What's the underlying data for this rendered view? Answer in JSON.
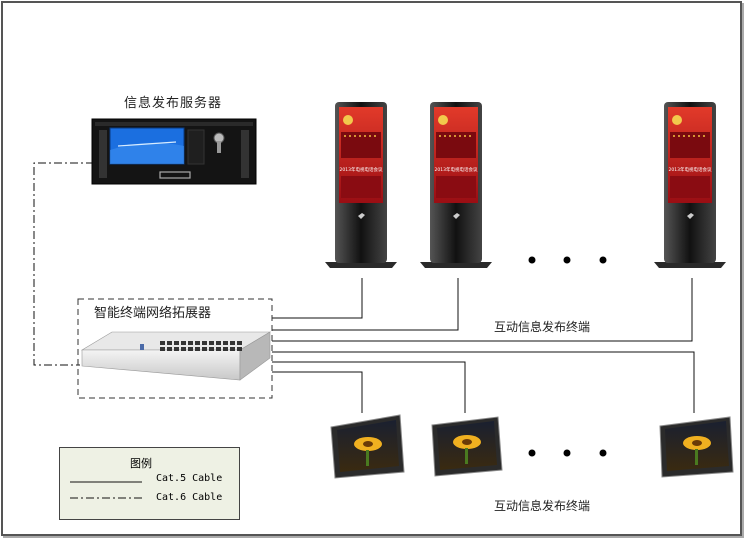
{
  "labels": {
    "server": "信息发布服务器",
    "extender": "智能终端网络拓展器",
    "upper_terminals": "互动信息发布终端",
    "lower_terminals": "互动信息发布终端",
    "kiosk_screen_text": "2013年电视电话会议"
  },
  "legend": {
    "title": "图例",
    "cat5": "Cat.5 Cable",
    "cat6": "Cat.6 Cable"
  },
  "colors": {
    "kiosk_body": "#1a1a1a",
    "kiosk_screen": "#c8141c",
    "server_screen": "#1b6fe0",
    "legend_bg": "#eef1e4"
  }
}
